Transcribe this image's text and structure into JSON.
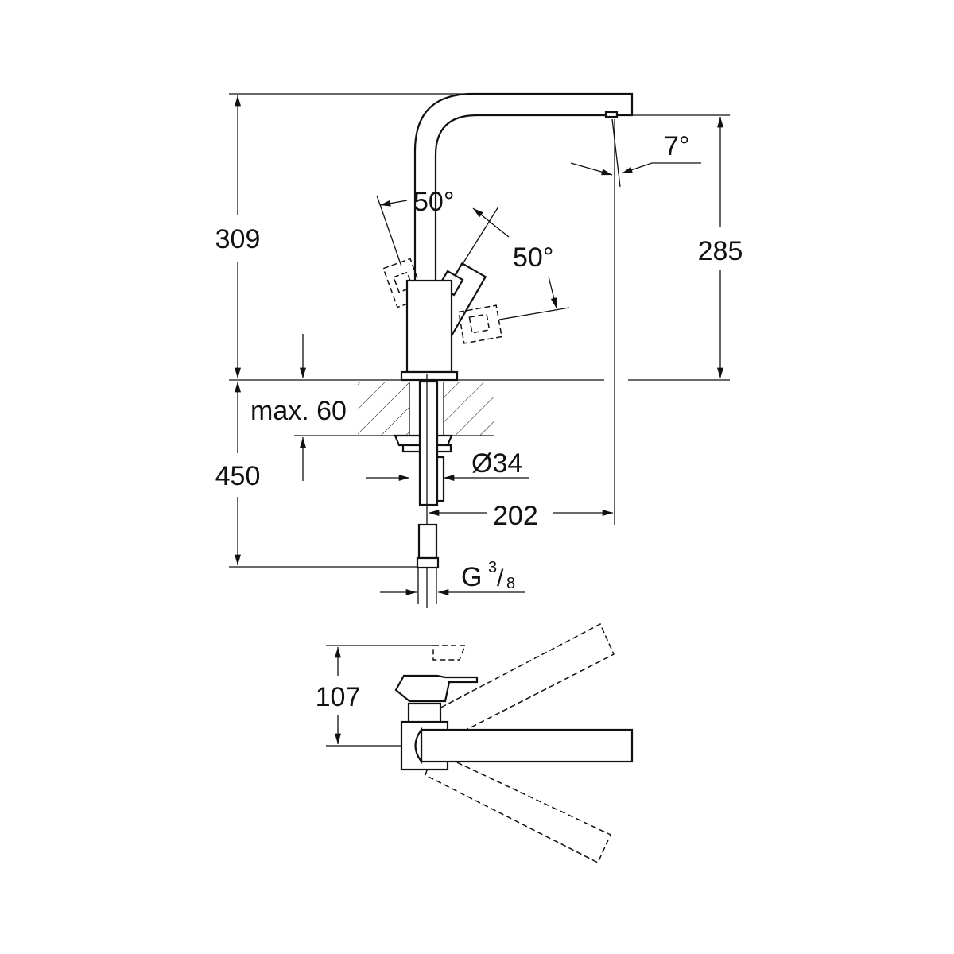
{
  "front_view": {
    "dim_total_height": "309",
    "dim_outlet_height": "285",
    "dim_outlet_angle": "7°",
    "dim_lever_angle_left": "50°",
    "dim_lever_angle_right": "50°",
    "dim_max_counter": "max. 60",
    "dim_hose_length": "450",
    "dim_hole_diameter": "Ø34",
    "dim_reach": "202",
    "dim_connection_thread": "G",
    "dim_connection_num": "3",
    "dim_connection_den": "8"
  },
  "top_view": {
    "dim_height": "107"
  },
  "colors": {
    "line": "#111111",
    "background": "#ffffff"
  }
}
